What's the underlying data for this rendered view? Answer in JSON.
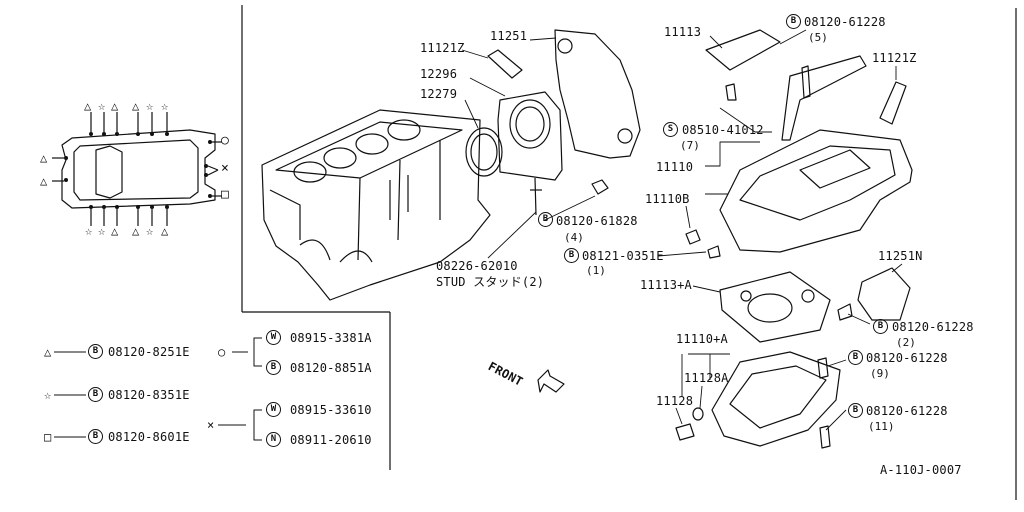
{
  "parts": {
    "p11121Z_a": "11121Z",
    "p11251": "11251",
    "p12296": "12296",
    "p12279": "12279",
    "p11113": "11113",
    "p11121Z_b": "11121Z",
    "bolt_08120_61228_top": "08120-61228",
    "qty_5": "(5)",
    "bolt_08510_41012": "08510-41012",
    "qty_7": "(7)",
    "p11110": "11110",
    "p11110B": "11110B",
    "bolt_08120_61828": "08120-61828",
    "qty_4": "(4)",
    "bolt_08121_0351E": "08121-0351E",
    "qty_1": "(1)",
    "stud_number": "08226-62010",
    "stud_text": "STUD スタッド(2)",
    "p11251N": "11251N",
    "p11113A": "11113+A",
    "bolt_08120_61228_mid": "08120-61228",
    "qty_2": "(2)",
    "p11110A": "11110+A",
    "p11128A": "11128A",
    "bolt_08120_61228_low": "08120-61228",
    "qty_9": "(9)",
    "p11128": "11128",
    "bolt_08120_61228_bot": "08120-61228",
    "qty_11": "(11)",
    "front": "FRONT",
    "code": "A-110J-0007"
  },
  "legend": {
    "tri": "08120-8251E",
    "star": "08120-8351E",
    "sq": "08120-8601E",
    "circle_w": "08915-3381A",
    "circle_b": "08120-8851A",
    "x_w": "08915-33610",
    "x_n": "08911-20610"
  },
  "symbols": {
    "B": "B",
    "W": "W",
    "N": "N",
    "S": "S"
  },
  "glyphs": {
    "tri": "△",
    "star": "☆",
    "sq": "□",
    "circle": "○",
    "x": "×",
    "dash": "—"
  }
}
